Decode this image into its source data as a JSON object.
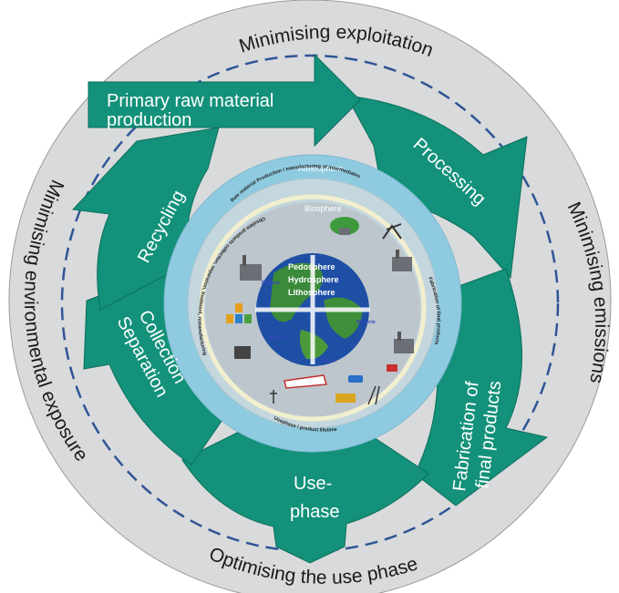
{
  "outer_ring": {
    "top": "Minimising exploitation",
    "right": "Minimising emissions",
    "bottom": "Optimising the use phase",
    "left": "Minimising environmental exposure"
  },
  "stages": {
    "primary_line1": "Primary raw material",
    "primary_line2": "production",
    "processing": "Processing",
    "fabrication_line1": "Fabrication of",
    "fabrication_line2": "final products",
    "use_line1": "Use-",
    "use_line2": "phase",
    "collection_line1": "Collection",
    "collection_line2": "Separation",
    "recycling": "Recycling"
  },
  "inner": {
    "atmosphere": "Atmosphere",
    "biosphere": "Biosphere",
    "pedosphere": "Pedosphere",
    "hydrosphere": "Hydrosphere",
    "lithosphere": "Lithosphere",
    "arc_top": "Raw material Production / manufacturing of intermediates",
    "arc_right": "Fabrication of final products",
    "arc_bottom": "Usephase / product lifetime",
    "arc_left": "Obsolete products collection, separation, treatment, remanufacturing",
    "reduce": "Reduce",
    "reuse": "Reuse",
    "recycle": "Recycle",
    "refine": "Refine"
  },
  "colors": {
    "teal": "#13917a",
    "outer_gray": "#d9dadb",
    "light_blue": "#8fcbe0",
    "pale_blue": "#bfd6e4",
    "dash": "#2f5597"
  }
}
